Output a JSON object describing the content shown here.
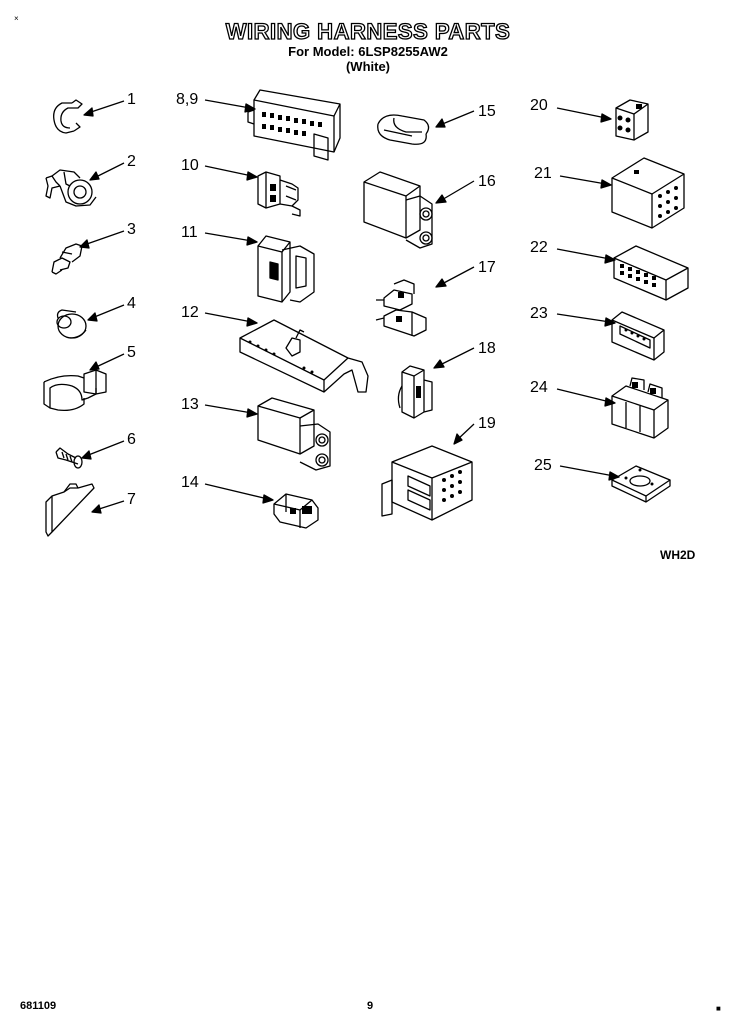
{
  "header": {
    "corner_mark": "×",
    "title": "WIRING HARNESS PARTS",
    "model_line": "For Model: 6LSP8255AW2",
    "color_line": "(White)"
  },
  "callouts": [
    "1",
    "2",
    "3",
    "4",
    "5",
    "6",
    "7",
    "8,9",
    "10",
    "11",
    "12",
    "13",
    "14",
    "15",
    "16",
    "17",
    "18",
    "19",
    "20",
    "21",
    "22",
    "23",
    "24",
    "25"
  ],
  "diagram_code": "WH2D",
  "footer": {
    "doc_number": "681109",
    "page_number": "9",
    "corner_mark": "■"
  }
}
